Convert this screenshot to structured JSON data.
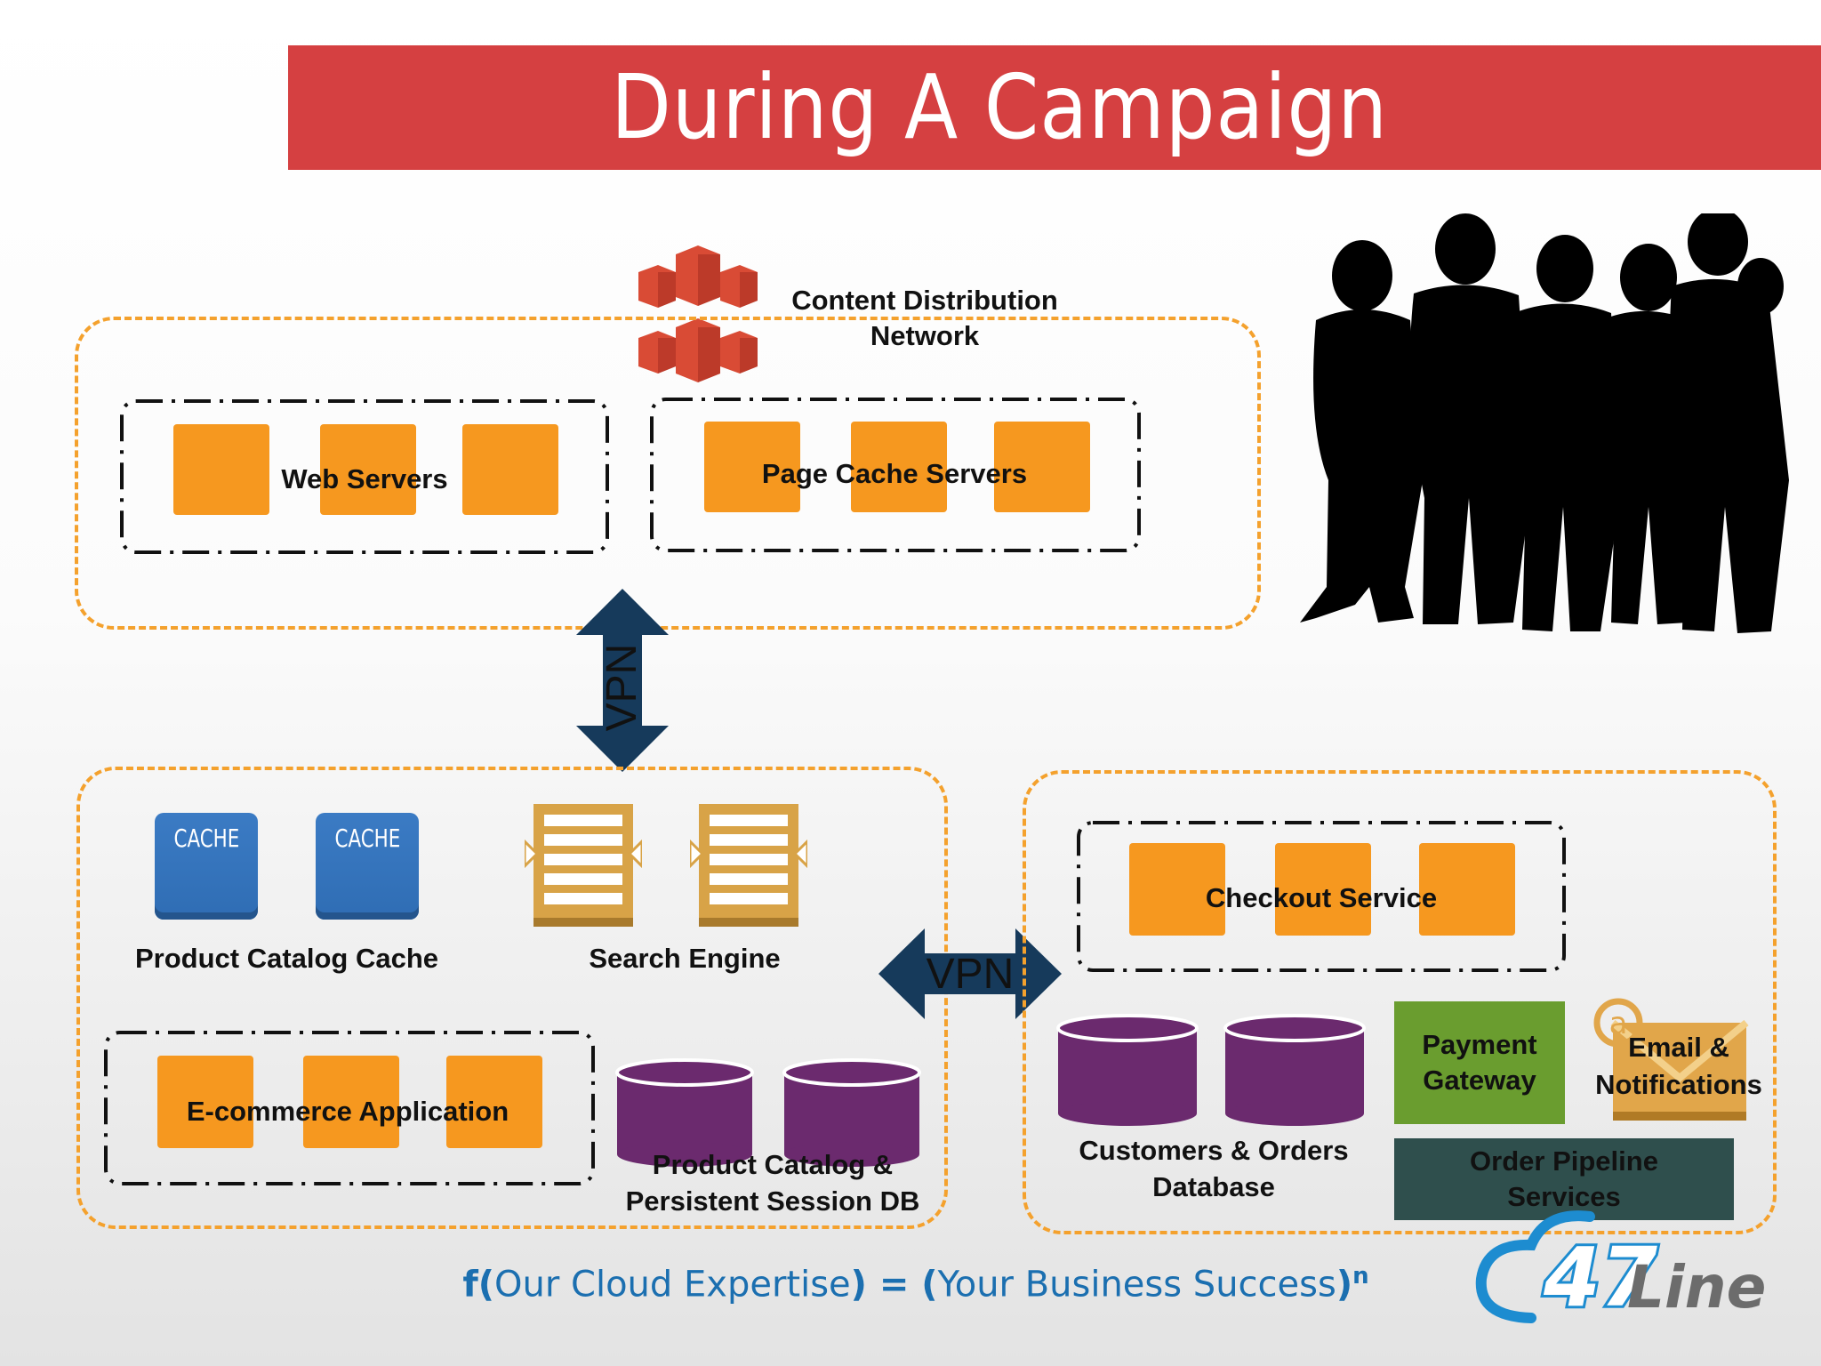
{
  "title": "During A Campaign",
  "cdn": {
    "line1": "Content Distribution",
    "line2": "Network"
  },
  "web_servers": {
    "label": "Web Servers"
  },
  "page_cache": {
    "label": "Page Cache Servers"
  },
  "vpn_vertical": "VPN",
  "vpn_horizontal": "VPN",
  "product_cache": {
    "icon_text": "CACHE",
    "label": "Product Catalog Cache"
  },
  "search_engine": {
    "label": "Search Engine"
  },
  "ecommerce": {
    "label": "E-commerce Application"
  },
  "catalog_db": {
    "line1": "Product Catalog &",
    "line2": "Persistent Session DB"
  },
  "checkout": {
    "label": "Checkout Service"
  },
  "customers_db": {
    "line1": "Customers & Orders",
    "line2": "Database"
  },
  "payment": {
    "line1": "Payment",
    "line2": "Gateway"
  },
  "email": {
    "line1": "Email &",
    "line2": "Notifications"
  },
  "pipeline": {
    "line1": "Order Pipeline",
    "line2": "Services"
  },
  "formula": {
    "f_open": "f(",
    "expertise": "Our Cloud Expertise",
    "mid": ") = (",
    "success": "Your Business Success",
    "close": ")",
    "exp": "n"
  },
  "logo": {
    "digits": "47",
    "word": "Line"
  },
  "colors": {
    "title_bar": "#d54041",
    "zone_border": "#f4a12d",
    "server_box": "#f6981f",
    "cache_icon": "#3b7bc4",
    "database": "#6b2a6e",
    "arrow": "#163a5b",
    "payment": "#6a9d2f",
    "pipeline": "#2f4f4d",
    "formula_text": "#1b6fb0"
  }
}
